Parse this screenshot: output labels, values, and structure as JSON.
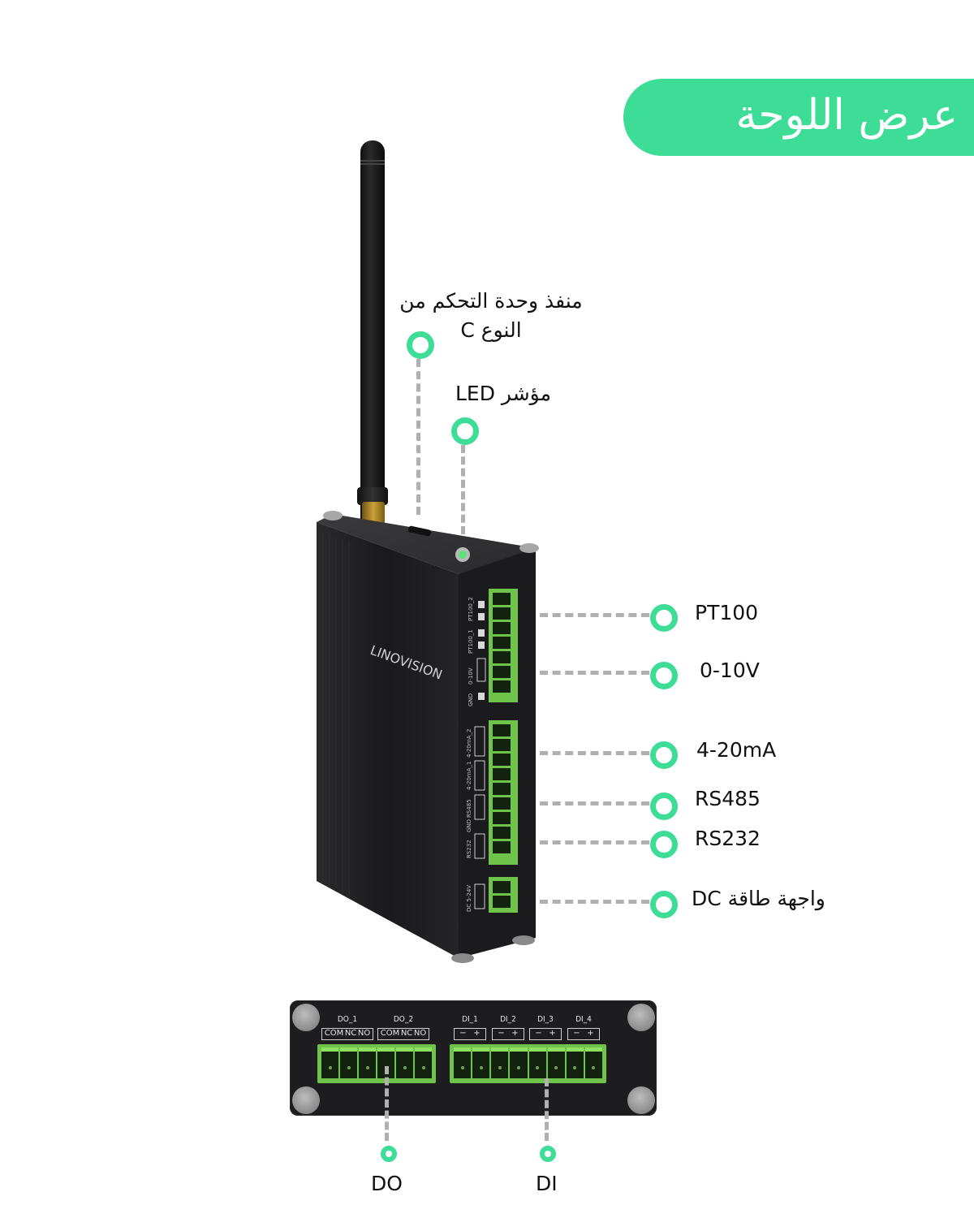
{
  "title": "عرض اللوحة",
  "colors": {
    "accent": "#3ddc97",
    "dash": "#b0b0b0",
    "device_body": "#1d1d1f",
    "terminal_green": "#6fc24a"
  },
  "device": {
    "brand": "LINOVISION",
    "side_labels": [
      "PT100_2",
      "PT100_1",
      "0-10V",
      "GND",
      "4-20mA_2",
      "4-20mA_1",
      "RS485",
      "GND",
      "RS232",
      "DC 5-24V"
    ]
  },
  "callouts": {
    "top": [
      {
        "id": "type-c",
        "label": "منفذ وحدة التحكم من النوع C",
        "line1": "منفذ وحدة التحكم من",
        "line2": "النوع C"
      },
      {
        "id": "led",
        "label": "مؤشر LED"
      }
    ],
    "right": [
      {
        "id": "pt100",
        "label": "PT100"
      },
      {
        "id": "v010",
        "label": "0-10V"
      },
      {
        "id": "ma420",
        "label": "4-20mA"
      },
      {
        "id": "rs485",
        "label": "RS485"
      },
      {
        "id": "rs232",
        "label": "RS232"
      },
      {
        "id": "dc",
        "label": "واجهة طاقة DC"
      }
    ],
    "bottom": [
      {
        "id": "do",
        "label": "DO"
      },
      {
        "id": "di",
        "label": "DI"
      }
    ]
  },
  "bottom_panel": {
    "groups": [
      {
        "name": "DO_1",
        "pins": [
          "COM",
          "NC",
          "NO"
        ]
      },
      {
        "name": "DO_2",
        "pins": [
          "COM",
          "NC",
          "NO"
        ]
      },
      {
        "name": "DI_1",
        "pins": [
          "−",
          "+"
        ]
      },
      {
        "name": "DI_2",
        "pins": [
          "−",
          "+"
        ]
      },
      {
        "name": "DI_3",
        "pins": [
          "−",
          "+"
        ]
      },
      {
        "name": "DI_4",
        "pins": [
          "−",
          "+"
        ]
      }
    ]
  }
}
